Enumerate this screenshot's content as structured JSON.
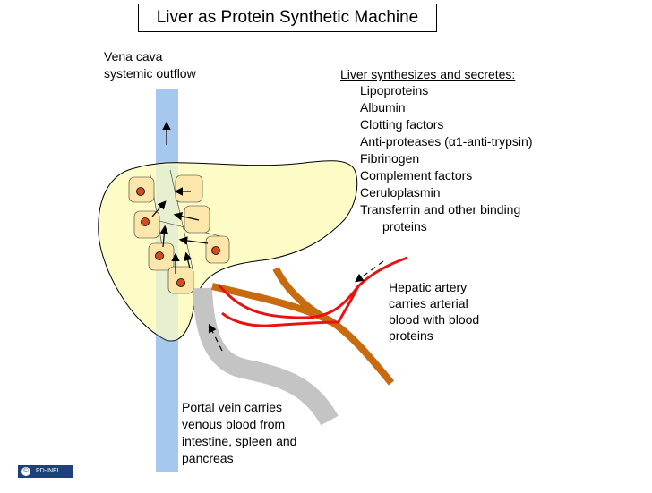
{
  "title": "Liver as Protein Synthetic Machine",
  "vena_cava": [
    "Vena cava",
    "systemic outflow"
  ],
  "synthesis": {
    "heading": "Liver synthesizes and secretes:",
    "items": [
      "Lipoproteins",
      "Albumin",
      "Clotting factors",
      "Anti-proteases (α1-anti-trypsin)",
      "Fibrinogen",
      "Complement factors",
      "Ceruloplasmin",
      "Transferrin and other binding"
    ],
    "continuation": "proteins"
  },
  "hepatic_artery": [
    "Hepatic artery",
    "carries arterial",
    "blood with blood",
    "proteins"
  ],
  "portal_vein": [
    "Portal vein carries",
    "venous blood from",
    "intestine, spleen and",
    "pancreas"
  ],
  "badge": "PD-INEL",
  "colors": {
    "liver": "#fdfcc7",
    "vena_cava": "#a6c8ef",
    "portal_vein": "#c4c4c4",
    "artery": "#e81212",
    "bile_duct": "#c86a0e",
    "cell": "#fce6aa",
    "nucleus": "#d24c1c"
  }
}
